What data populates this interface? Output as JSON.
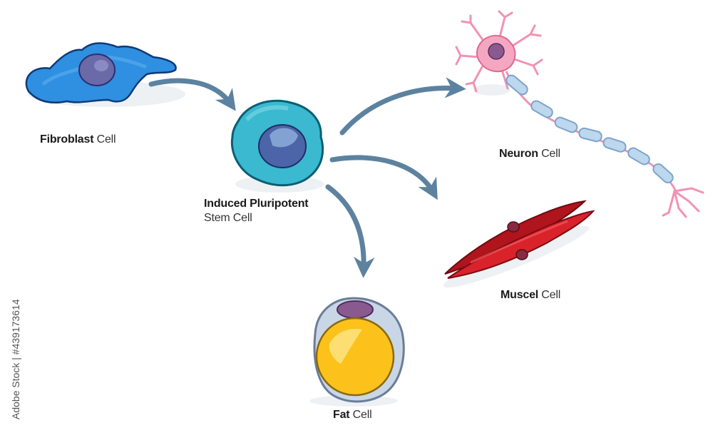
{
  "labels": {
    "fibroblast": {
      "bold": "Fibroblast",
      "light": "Cell"
    },
    "ipsc": {
      "bold": "Induced Pluripotent",
      "light": "Stem Cell"
    },
    "neuron": {
      "bold": "Neuron",
      "light": "Cell"
    },
    "muscle": {
      "bold": "Muscel",
      "light": "Cell"
    },
    "fat": {
      "bold": "Fat",
      "light": "Cell"
    }
  },
  "watermark": {
    "side_text": "Adobe Stock | #439173614"
  },
  "colors": {
    "arrow": "#5c82a0",
    "fibroblast": "#2f8fe0",
    "stem": "#3ab9d0",
    "nucleus": "#6a6aa8",
    "neuron_body": "#f5a7c2",
    "myelin": "#bcd7ee",
    "muscle": "#d9222a",
    "fat_outer": "#c9d6e6",
    "fat_core": "#fcc21b"
  }
}
